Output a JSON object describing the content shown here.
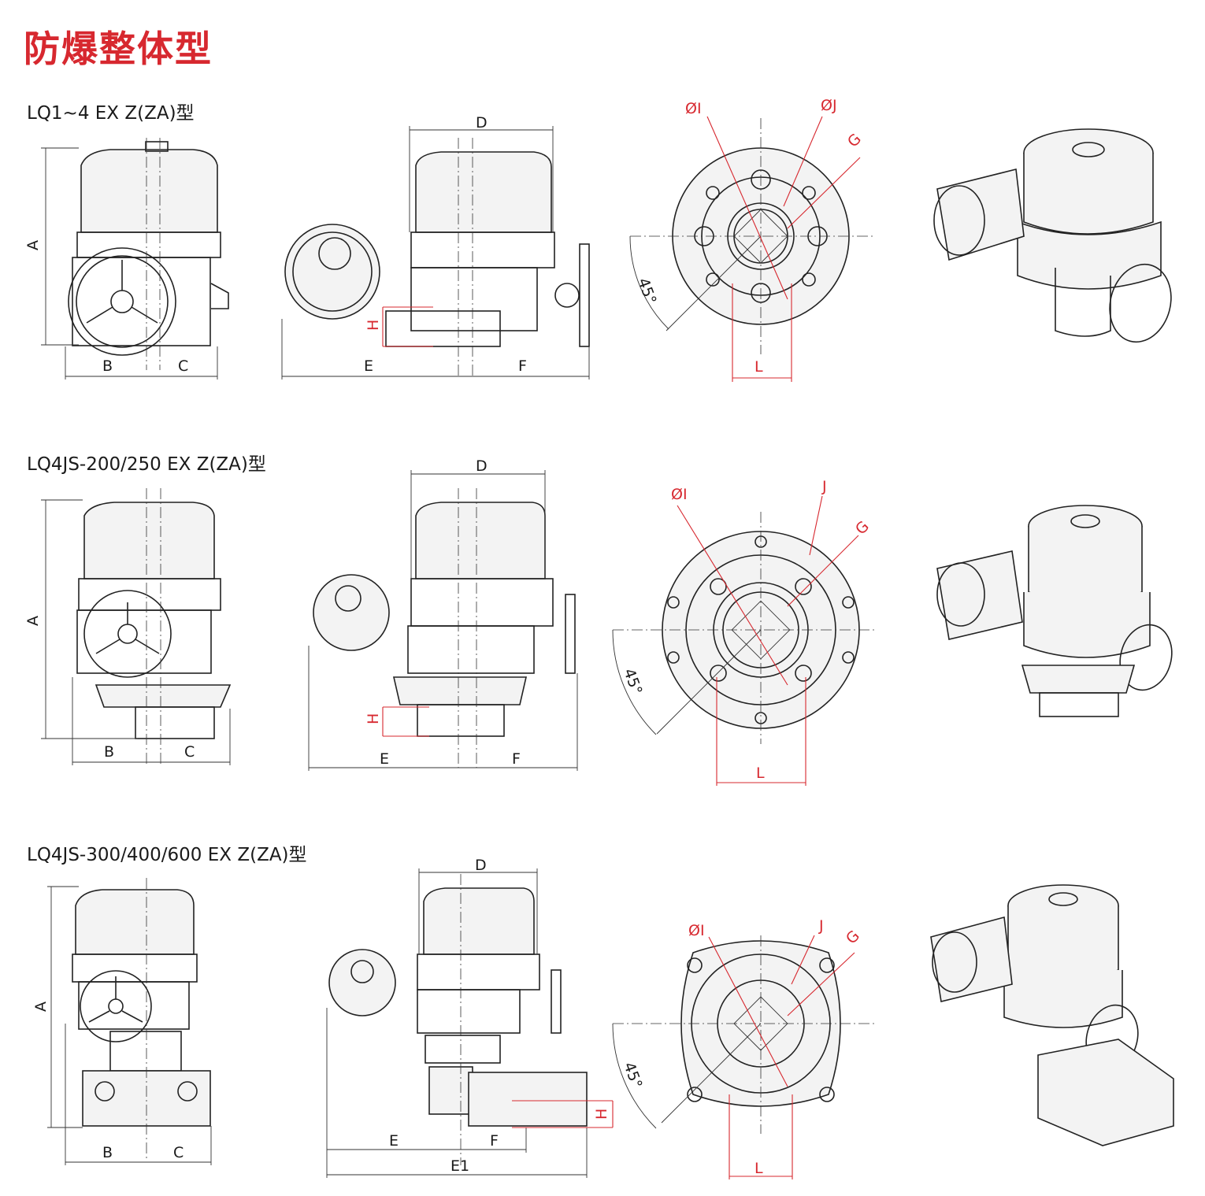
{
  "page_title": "防爆整体型",
  "sections": [
    {
      "model": "LQ1~4 EX Z(ZA)型",
      "front": {
        "A": "A",
        "B": "B",
        "C": "C"
      },
      "side": {
        "D": "D",
        "E": "E",
        "F": "F",
        "H": "H"
      },
      "flange": {
        "I": "ØI",
        "J": "ØJ",
        "G": "G",
        "L": "L",
        "angle": "45°"
      }
    },
    {
      "model": "LQ4JS-200/250 EX Z(ZA)型",
      "front": {
        "A": "A",
        "B": "B",
        "C": "C"
      },
      "side": {
        "D": "D",
        "E": "E",
        "F": "F",
        "H": "H"
      },
      "flange": {
        "I": "ØI",
        "J": "J",
        "G": "G",
        "L": "L",
        "angle": "45°"
      }
    },
    {
      "model": "LQ4JS-300/400/600 EX Z(ZA)型",
      "front": {
        "A": "A",
        "B": "B",
        "C": "C"
      },
      "side": {
        "D": "D",
        "E": "E",
        "F": "F",
        "H": "H",
        "E1": "E1"
      },
      "flange": {
        "I": "ØI",
        "J": "J",
        "G": "G",
        "L": "L",
        "angle": "45°"
      }
    }
  ],
  "colors": {
    "accent_red": "#d7282f",
    "line": "#222222"
  }
}
